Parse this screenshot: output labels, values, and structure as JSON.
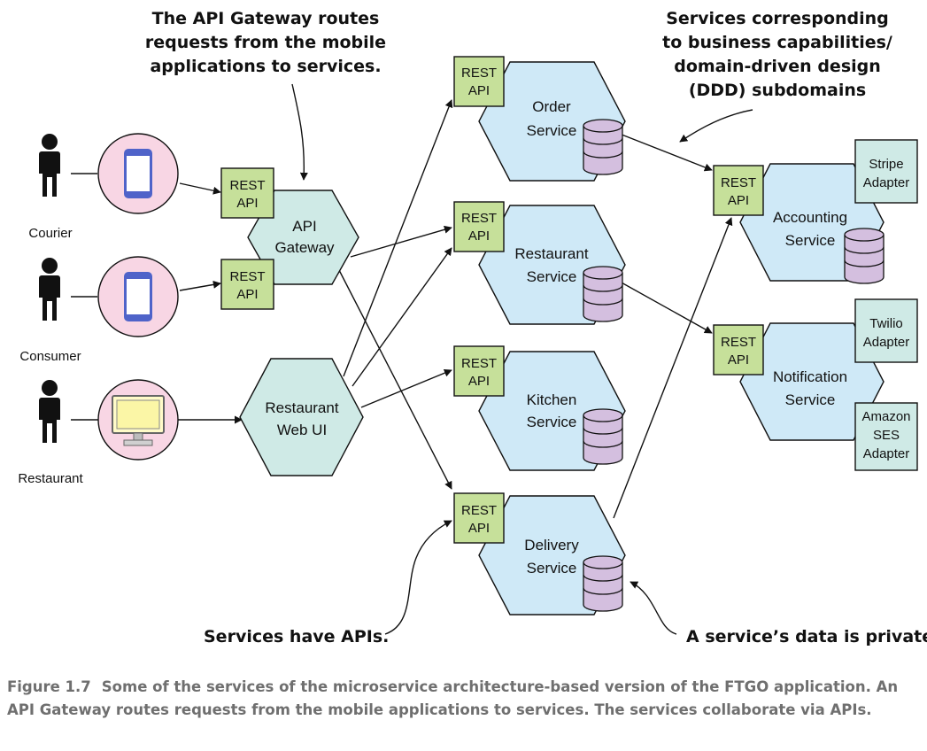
{
  "annotations": {
    "gateway": [
      "The API Gateway routes",
      "requests from the mobile",
      "applications to services."
    ],
    "ddd": [
      "Services corresponding",
      "to business capabilities/",
      "domain-driven design",
      "(DDD) subdomains"
    ],
    "apis": "Services have APIs.",
    "data_private": "A service’s data is private."
  },
  "actors": {
    "courier": "Courier",
    "consumer": "Consumer",
    "restaurant": "Restaurant"
  },
  "rest_api": [
    "REST",
    "API"
  ],
  "api_gateway": [
    "API",
    "Gateway"
  ],
  "restaurant_web_ui": [
    "Restaurant",
    "Web UI"
  ],
  "services": {
    "order": [
      "Order",
      "Service"
    ],
    "restaurant": [
      "Restaurant",
      "Service"
    ],
    "kitchen": [
      "Kitchen",
      "Service"
    ],
    "delivery": [
      "Delivery",
      "Service"
    ],
    "accounting": [
      "Accounting",
      "Service"
    ],
    "notification": [
      "Notification",
      "Service"
    ]
  },
  "adapters": {
    "stripe": [
      "Stripe",
      "Adapter"
    ],
    "twilio": [
      "Twilio",
      "Adapter"
    ],
    "amazon_ses": [
      "Amazon",
      "SES",
      "Adapter"
    ]
  },
  "caption": {
    "label": "Figure 1.7",
    "text": "Some of the services of the microservice architecture-based version of the FTGO application. An API Gateway routes requests from the mobile applications to services. The services collaborate via APIs."
  },
  "colors": {
    "service_fill": "#cfe9f7",
    "gateway_fill": "#cfeae6",
    "rest_fill": "#c6e09a",
    "adapter_fill": "#cfeae6",
    "db_fill": "#d4bfdf",
    "device_circle": "#f8d6e4",
    "phone_blue": "#4f63c9"
  }
}
